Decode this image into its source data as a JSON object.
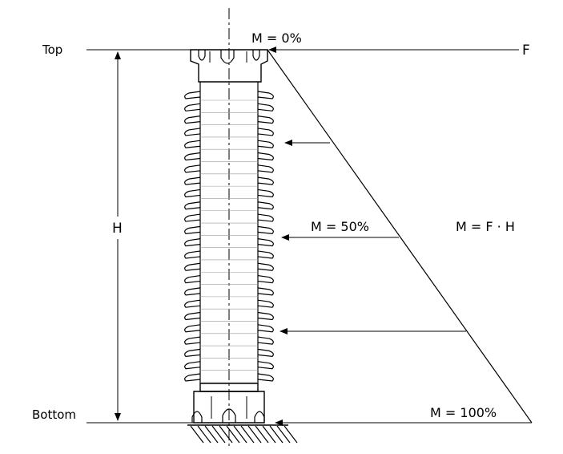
{
  "labels": {
    "top": "Top",
    "bottom": "Bottom",
    "height": "H",
    "force": "F",
    "moment_top": "M = 0%",
    "moment_mid": "M = 50%",
    "moment_bottom": "M = 100%",
    "formula": "M = F · H"
  },
  "insulator": {
    "shed_count": 24
  }
}
